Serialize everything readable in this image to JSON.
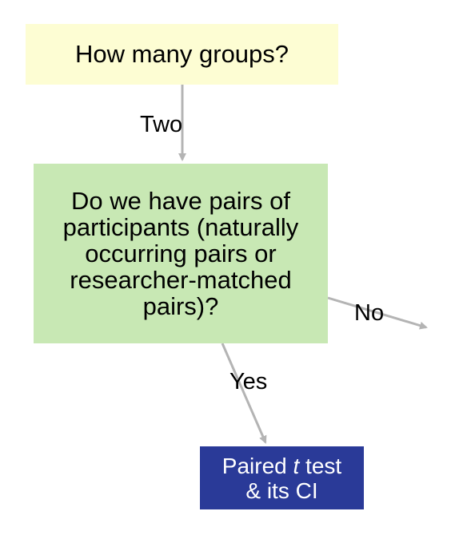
{
  "nodes": {
    "question_groups": "How many groups?",
    "question_pairs": "Do we have pairs of participants (naturally occurring pairs or researcher-matched pairs)?",
    "result_line1_pre": "Paired ",
    "result_line1_italic": "t",
    "result_line1_post": " test",
    "result_line2": "& its CI"
  },
  "edges": {
    "two_label": "Two",
    "no_label": "No",
    "yes_label": "Yes"
  },
  "colors": {
    "groups_box": "#fdfdd3",
    "pairs_box": "#c8e8b4",
    "result_box": "#2a3a98",
    "arrow": "#b4b4b4"
  }
}
